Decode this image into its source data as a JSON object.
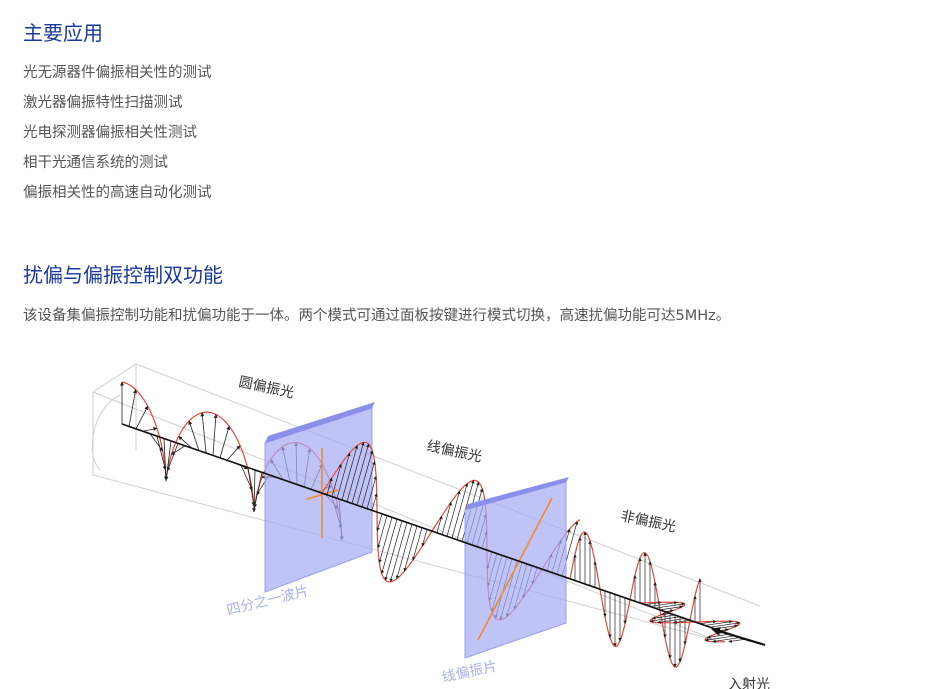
{
  "section1": {
    "title": "主要应用",
    "items": [
      "光无源器件偏振相关性的测试",
      "激光器偏振特性扫描测试",
      "光电探测器偏振相关性测试",
      "相干光通信系统的测试",
      "偏振相关性的高速自动化测试"
    ]
  },
  "section2": {
    "title": "扰偏与偏振控制双功能",
    "description": "该设备集偏振控制功能和扰偏功能于一体。两个模式可通过面板按键进行模式切换，高速扰偏功能可达5MHz。"
  },
  "diagram": {
    "labels": {
      "circular": "圆偏振光",
      "linear": "线偏振光",
      "unpolarized": "非偏振光",
      "quarter_wave": "四分之一波片",
      "polarizer": "线偏振片",
      "incident": "入射光"
    },
    "colors": {
      "curve": "#e0483c",
      "arrow": "#222222",
      "plate": "#a8acf2",
      "orange_axis": "#f08a2a"
    }
  }
}
